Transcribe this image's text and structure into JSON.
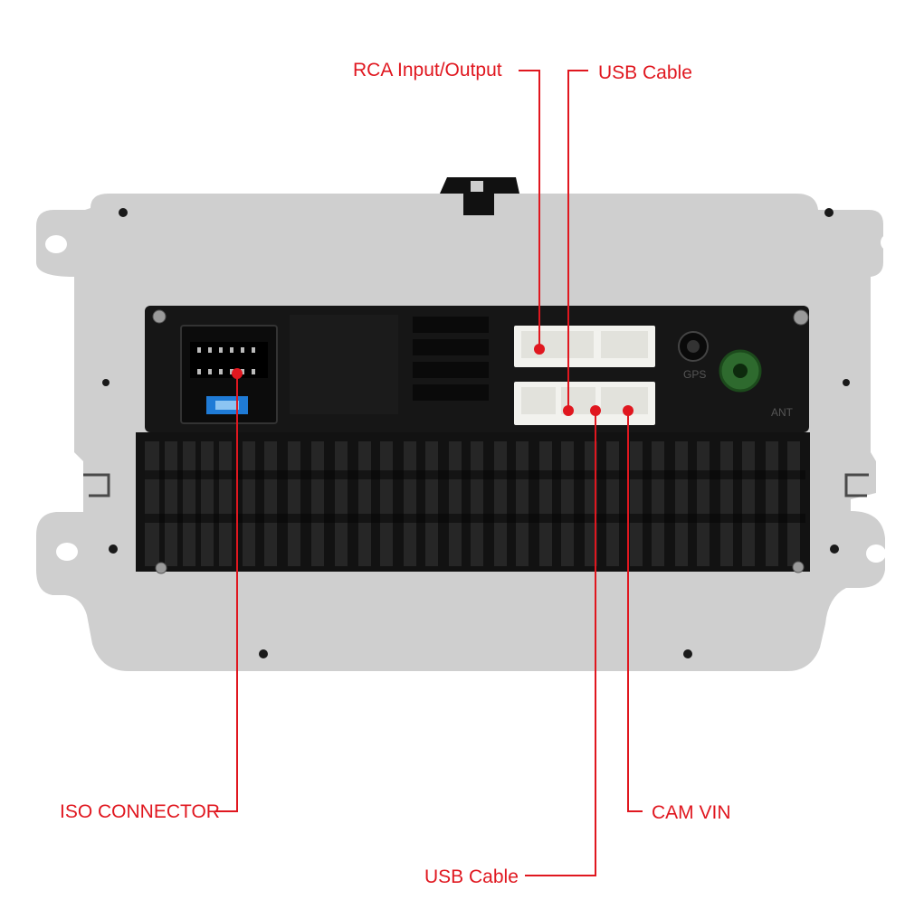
{
  "callouts": {
    "rca": "RCA Input/Output",
    "usb_top": "USB Cable",
    "iso": "ISO  CONNECTOR",
    "cam": "CAM VIN",
    "usb_bottom": "USB Cable"
  },
  "device_markings": {
    "gps": "GPS",
    "ant": "ANT"
  },
  "colors": {
    "callout": "#e0171f",
    "bracket": "#cfcfcf",
    "unit_body": "#141414",
    "connector": "#f2f2ee",
    "gps_port": "#2e6a2e"
  }
}
